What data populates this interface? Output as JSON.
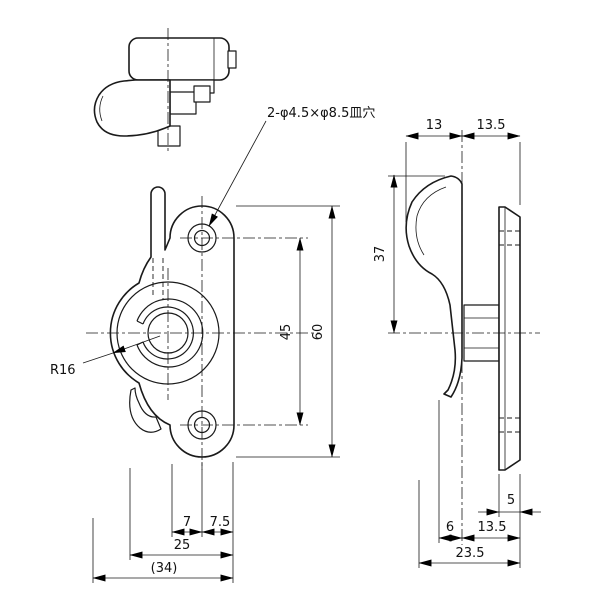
{
  "annotations": {
    "hole_note": "2-φ4.5×φ8.5皿穴",
    "radius_label": "R16"
  },
  "dimensions": {
    "front": {
      "hole_pitch": "45",
      "overall_length": "60",
      "width_left": "7",
      "width_right": "7.5",
      "width_body": "25",
      "width_overall": "(34)"
    },
    "side": {
      "top_left": "13",
      "top_right": "13.5",
      "handle_height": "37",
      "plate_thickness": "5",
      "bottom_left": "6",
      "bottom_right": "13.5",
      "depth_overall": "23.5"
    }
  },
  "colors": {
    "line": "#1a1a1a",
    "background": "#ffffff"
  }
}
